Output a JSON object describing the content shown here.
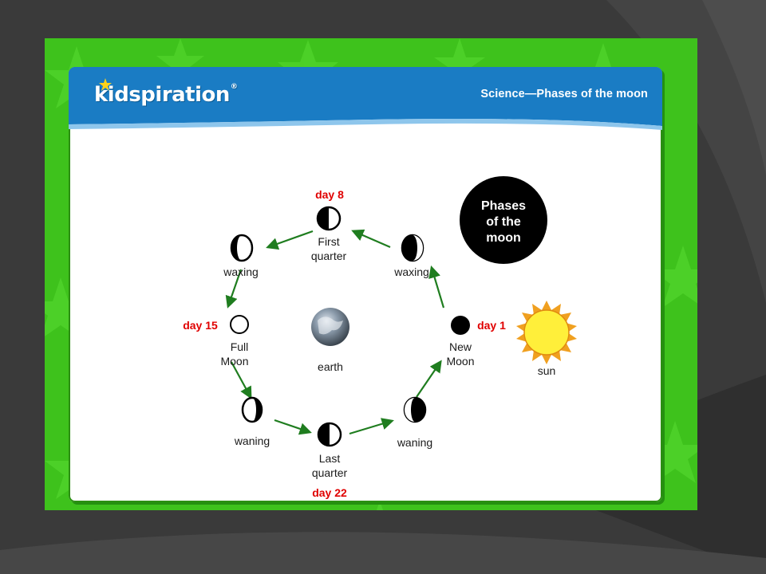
{
  "header": {
    "logo_text": "kidspiration",
    "logo_tm": "®",
    "section_title": "Science—Phases of the moon"
  },
  "diagram": {
    "title_lines": [
      "Phases",
      "of the",
      "moon"
    ],
    "center_label": "earth",
    "sun_label": "sun",
    "phases": {
      "first_quarter": {
        "day": "day 8",
        "label_lines": [
          "First",
          "quarter"
        ]
      },
      "waxing_left": {
        "label_lines": [
          "waxing"
        ]
      },
      "waxing_right": {
        "label_lines": [
          "waxing"
        ]
      },
      "full_moon": {
        "day": "day 15",
        "label_lines": [
          "Full",
          "Moon"
        ]
      },
      "new_moon": {
        "day": "day 1",
        "label_lines": [
          "New",
          "Moon"
        ]
      },
      "waning_left": {
        "label_lines": [
          "waning"
        ]
      },
      "waning_right": {
        "label_lines": [
          "waning"
        ]
      },
      "last_quarter": {
        "day": "day 22",
        "label_lines": [
          "Last",
          "quarter"
        ]
      }
    }
  },
  "colors": {
    "frame_green": "#3ec21c",
    "banner_blue": "#1a7cc4",
    "arrow_green": "#1f7d1f",
    "day_red": "#e00000",
    "sun_yellow": "#ffef3a",
    "sun_ray": "#f0a020"
  }
}
